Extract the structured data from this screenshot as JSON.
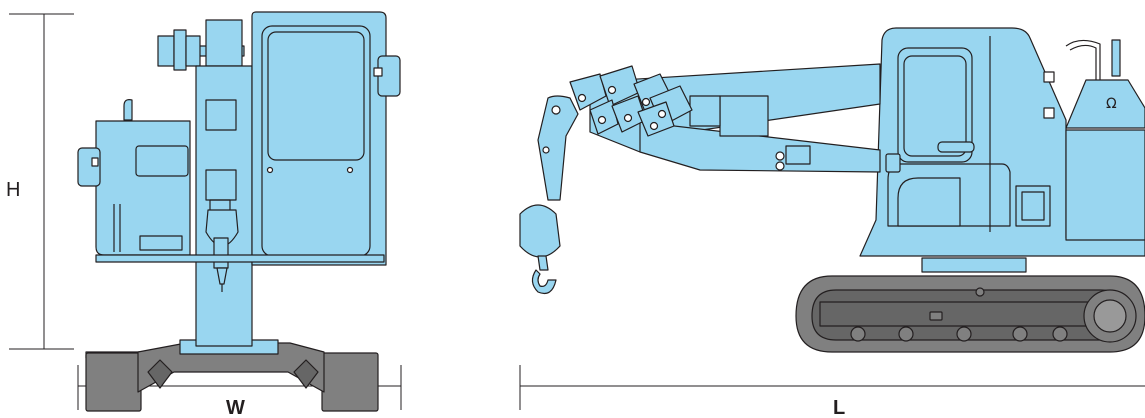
{
  "dimensions": {
    "height_label": "H",
    "width_label": "W",
    "length_label": "L"
  },
  "colors": {
    "body": "#99d6f0",
    "track": "#808080",
    "line": "#231f20",
    "background": "#ffffff"
  },
  "views": [
    "front-view",
    "side-view"
  ]
}
